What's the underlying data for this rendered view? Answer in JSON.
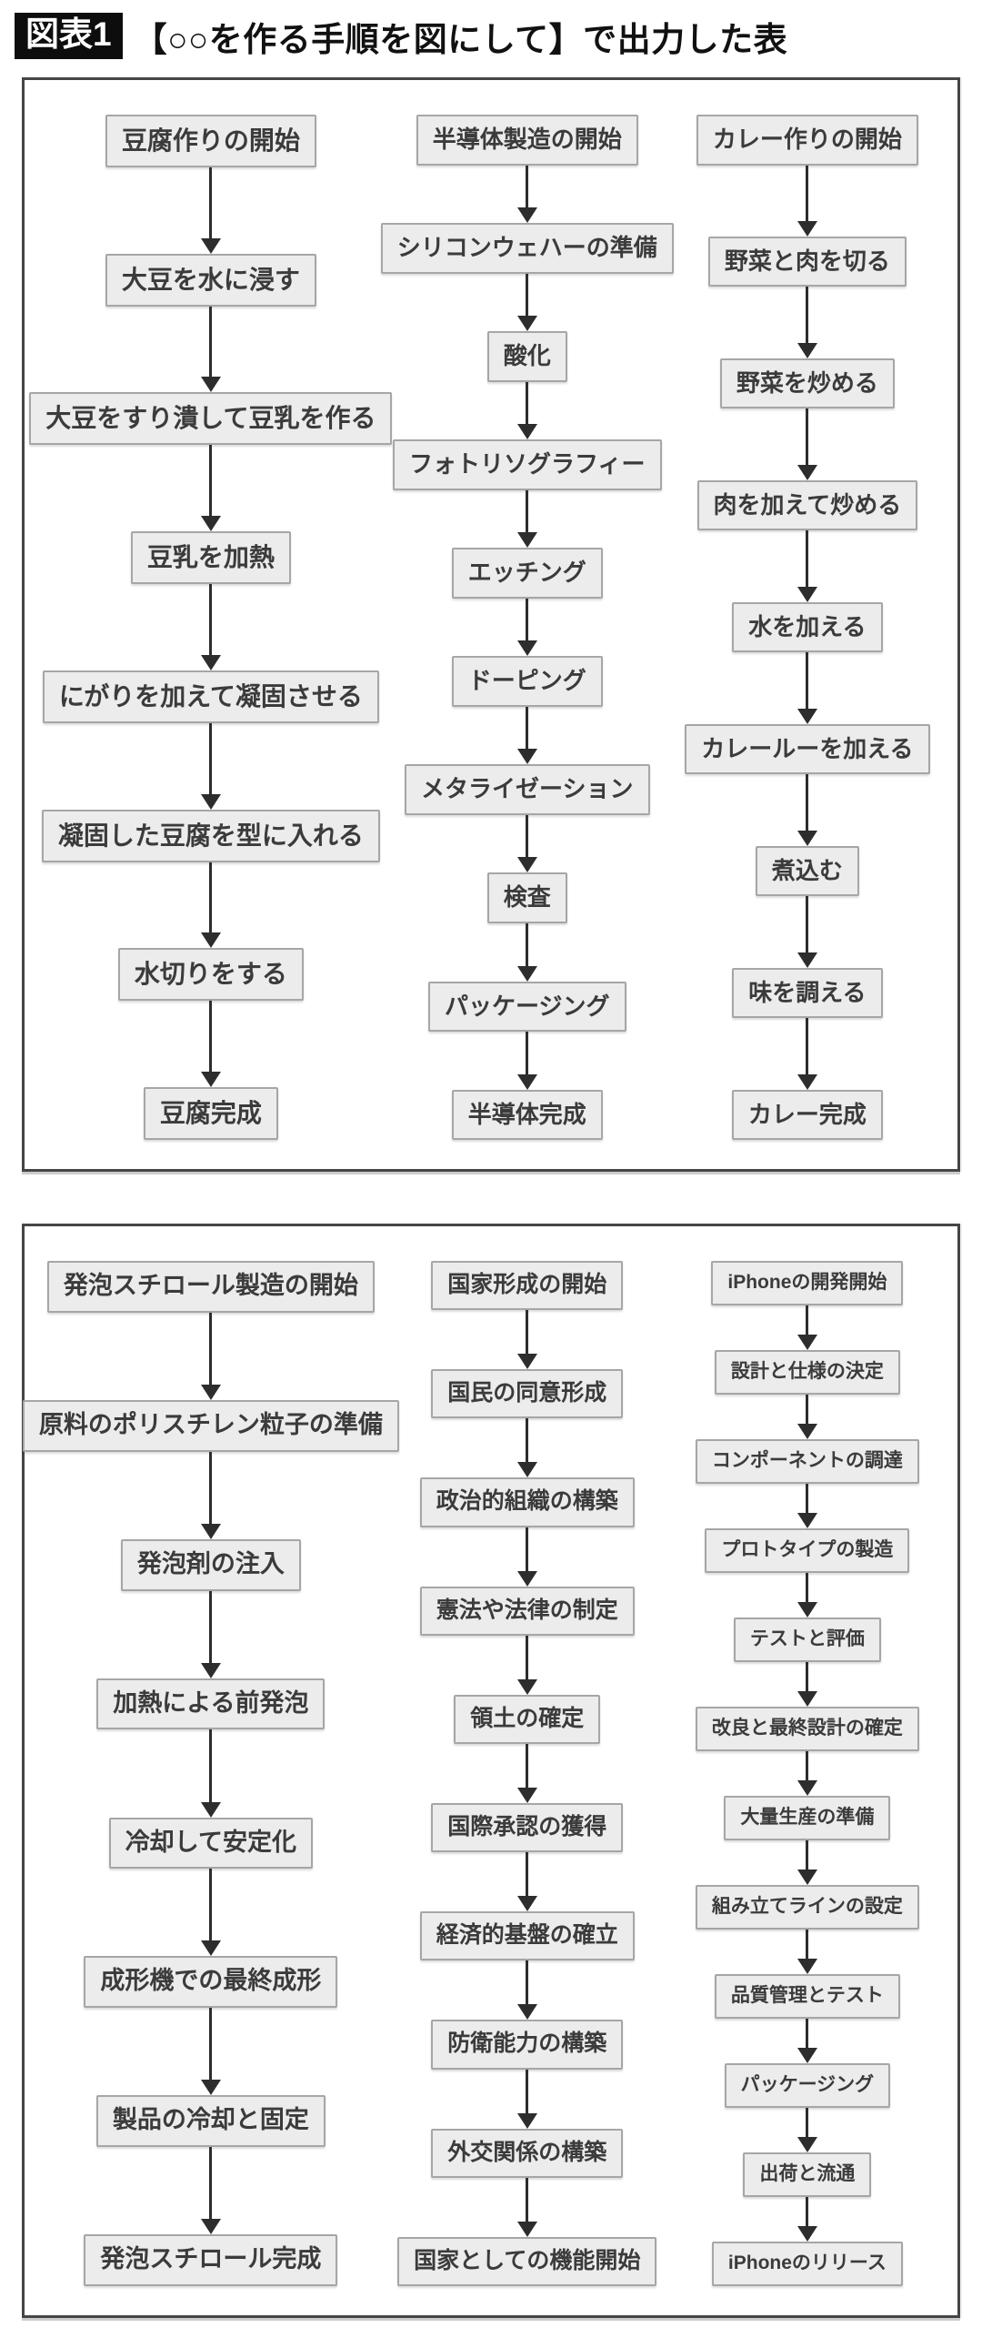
{
  "header": {
    "badge": "図表1",
    "title": "【○○を作る手順を図にして】で出力した表"
  },
  "panels": [
    {
      "charts": [
        {
          "id": "tofu",
          "steps": [
            "豆腐作りの開始",
            "大豆を水に浸す",
            "大豆をすり潰して豆乳を作る",
            "豆乳を加熱",
            "にがりを加えて凝固させる",
            "凝固した豆腐を型に入れる",
            "水切りをする",
            "豆腐完成"
          ]
        },
        {
          "id": "semiconductor",
          "steps": [
            "半導体製造の開始",
            "シリコンウェハーの準備",
            "酸化",
            "フォトリソグラフィー",
            "エッチング",
            "ドーピング",
            "メタライゼーション",
            "検査",
            "パッケージング",
            "半導体完成"
          ]
        },
        {
          "id": "curry",
          "steps": [
            "カレー作りの開始",
            "野菜と肉を切る",
            "野菜を炒める",
            "肉を加えて炒める",
            "水を加える",
            "カレールーを加える",
            "煮込む",
            "味を調える",
            "カレー完成"
          ]
        }
      ]
    },
    {
      "charts": [
        {
          "id": "styrofoam",
          "steps": [
            "発泡スチロール製造の開始",
            "原料のポリスチレン粒子の準備",
            "発泡剤の注入",
            "加熱による前発泡",
            "冷却して安定化",
            "成形機での最終成形",
            "製品の冷却と固定",
            "発泡スチロール完成"
          ]
        },
        {
          "id": "nation",
          "steps": [
            "国家形成の開始",
            "国民の同意形成",
            "政治的組織の構築",
            "憲法や法律の制定",
            "領土の確定",
            "国際承認の獲得",
            "経済的基盤の確立",
            "防衛能力の構築",
            "外交関係の構築",
            "国家としての機能開始"
          ]
        },
        {
          "id": "iphone",
          "steps": [
            "iPhoneの開発開始",
            "設計と仕様の決定",
            "コンポーネントの調達",
            "プロトタイプの製造",
            "テストと評価",
            "改良と最終設計の確定",
            "大量生産の準備",
            "組み立てラインの設定",
            "品質管理とテスト",
            "パッケージング",
            "出荷と流通",
            "iPhoneのリリース"
          ]
        }
      ]
    }
  ],
  "colors": {
    "box_fill": "#ececec",
    "box_border": "#a6a6a6",
    "box_text": "#3b3b3b",
    "arrow": "#2d2d2d",
    "panel_border": "#454545",
    "badge_bg": "#0d0d0d",
    "badge_text": "#ffffff",
    "title_text": "#111111",
    "background": "#ffffff"
  }
}
